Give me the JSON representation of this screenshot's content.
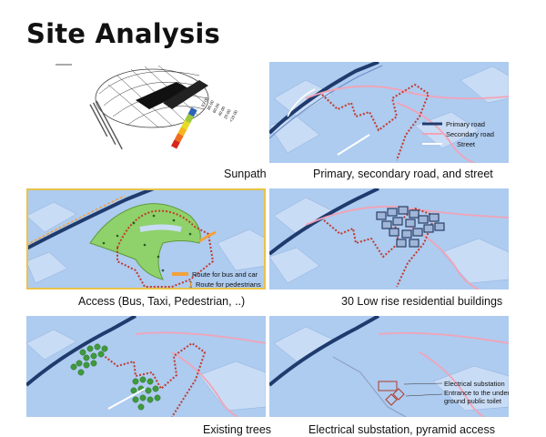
{
  "title": "Site Analysis",
  "panels": {
    "sunpath": {
      "caption": "Sunpath",
      "scale_labels": [
        "93.00",
        "80.00",
        "60.00",
        "40.00",
        "20.00",
        "<10.00"
      ],
      "scale_colors": [
        "#d7261e",
        "#f06c1a",
        "#f6b51d",
        "#e6dc24",
        "#9ec93a",
        "#2d64b8"
      ]
    },
    "roads": {
      "caption": "Primary, secondary road, and street",
      "legend": [
        "Primary road",
        "Secondary road",
        "Street"
      ]
    },
    "access": {
      "caption": "Access (Bus, Taxi, Pedestrian, ..)",
      "legend": [
        "Route for bus and car",
        "Route for pedestrians"
      ]
    },
    "residential": {
      "caption": "30 Low rise residential buildings"
    },
    "trees": {
      "caption": "Existing trees"
    },
    "electrical": {
      "caption": "Electrical substation, pyramid access",
      "legend": [
        "Electrical substation",
        "Entrance to the under-",
        "ground public toilet"
      ]
    }
  },
  "colors": {
    "site_bg": "#aecbf0",
    "primary_road": "#1f3b6e",
    "secondary_road": "#f2a3b6",
    "site_boundary": "#c23a2a",
    "green": "#8fd16a",
    "bus_route": "#f2a23a"
  }
}
